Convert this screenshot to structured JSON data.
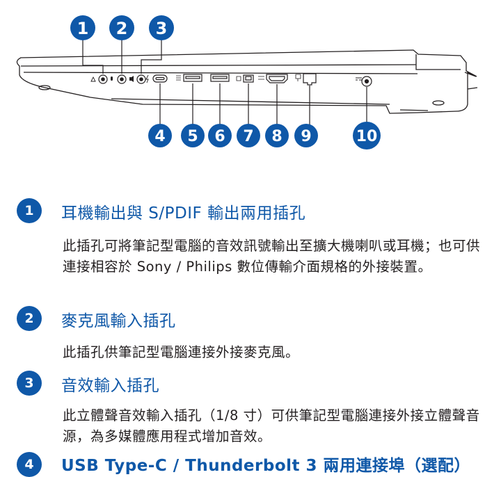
{
  "diagram": {
    "top_badges": [
      "1",
      "2",
      "3"
    ],
    "bottom_badges": [
      "4",
      "5",
      "6",
      "7",
      "8",
      "9",
      "10"
    ],
    "colors": {
      "badge": "#0f58a8",
      "outline": "#231f20"
    }
  },
  "sections": [
    {
      "number": "1",
      "heading": "耳機輸出與 S/PDIF 輸出兩用插孔",
      "description": "此插孔可將筆記型電腦的音效訊號輸出至擴大機喇叭或耳機；也可供連接相容於 Sony / Philips 數位傳輸介面規格的外接裝置。"
    },
    {
      "number": "2",
      "heading": "麥克風輸入插孔",
      "description": "此插孔供筆記型電腦連接外接麥克風。"
    },
    {
      "number": "3",
      "heading": "音效輸入插孔",
      "description": "此立體聲音效輸入插孔（1/8 寸）可供筆記型電腦連接外接立體聲音源，為多媒體應用程式增加音效。"
    },
    {
      "number": "4",
      "heading": "USB Type-C / Thunderbolt 3 兩用連接埠（選配）",
      "description": ""
    }
  ]
}
